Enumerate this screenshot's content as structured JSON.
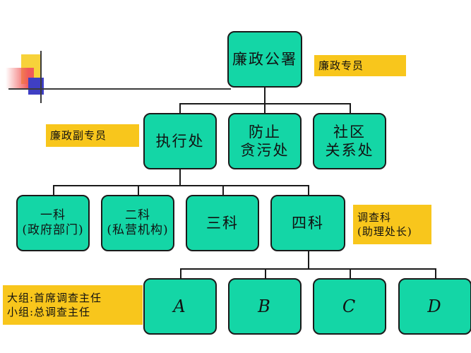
{
  "org_chart": {
    "root": {
      "label": "廉政公署",
      "note": "廉政专员"
    },
    "level2": {
      "note": "廉政副专员",
      "items": [
        "执行处",
        "防止\n贪污处",
        "社区\n关系处"
      ]
    },
    "level3": {
      "items": [
        "一科\n(政府部门)",
        "二科\n(私营机构)",
        "三科",
        "四科"
      ],
      "note_lines": [
        "调查科",
        "(助理处长)"
      ]
    },
    "level4": {
      "items": [
        "A",
        "B",
        "C",
        "D"
      ],
      "note_lines": [
        "大组:首席调查主任",
        "小组:总调查主任"
      ]
    }
  },
  "colors": {
    "box_fill": "#14d6a6",
    "label_fill": "#f8c61c",
    "line": "#1a1a1a"
  }
}
